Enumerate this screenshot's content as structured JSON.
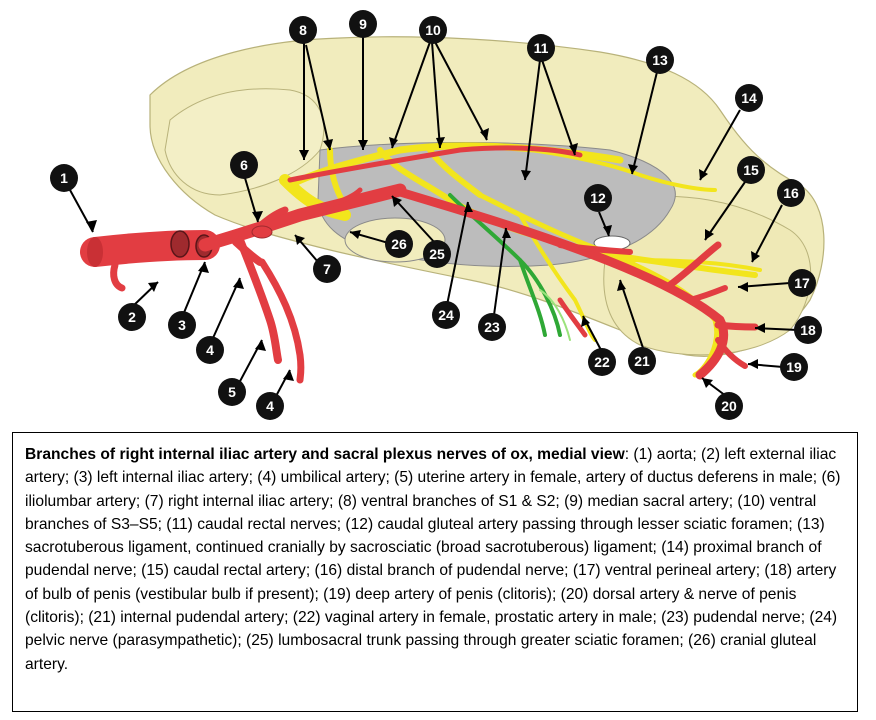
{
  "figure": {
    "markers": [
      "1",
      "2",
      "3",
      "4",
      "5",
      "4",
      "6",
      "7",
      "8",
      "9",
      "10",
      "11",
      "12",
      "13",
      "14",
      "15",
      "16",
      "17",
      "18",
      "19",
      "20",
      "21",
      "22",
      "23",
      "24",
      "25",
      "26"
    ],
    "colors": {
      "artery": "#e23d42",
      "nerve": "#f2e51c",
      "pelvic_nerve": "#2fa836",
      "bone": "#f1ecbd",
      "ligament": "#bcbcbc",
      "marker": "#111111"
    }
  },
  "caption": {
    "heading": "Branches of right internal iliac artery and sacral plexus nerves of ox, medial view",
    "body": ": (1) aorta; (2) left external iliac artery; (3) left internal iliac artery; (4) umbilical artery; (5) uterine artery in female, artery of ductus deferens in male; (6) iliolumbar artery; (7) right internal iliac artery; (8) ventral branches of S1 & S2; (9) median sacral artery; (10) ventral branches of S3–S5; (11) caudal rectal nerves; (12) caudal gluteal artery passing through lesser sciatic foramen; (13) sacrotuberous ligament, continued cranially by sacrosciatic (broad sacrotuberous) ligament; (14) proximal branch of pudendal nerve; (15) caudal rectal artery; (16) distal branch of pudendal nerve; (17) ventral perineal artery; (18) artery of bulb of penis (vestibular bulb if present); (19) deep artery of penis (clitoris); (20) dorsal artery & nerve of penis (clitoris); (21) internal pudendal artery; (22) vaginal artery in female, prostatic artery in male; (23) pudendal nerve; (24) pelvic nerve (parasympathetic); (25) lumbosacral trunk passing through greater sciatic foramen; (26) cranial gluteal artery."
  }
}
